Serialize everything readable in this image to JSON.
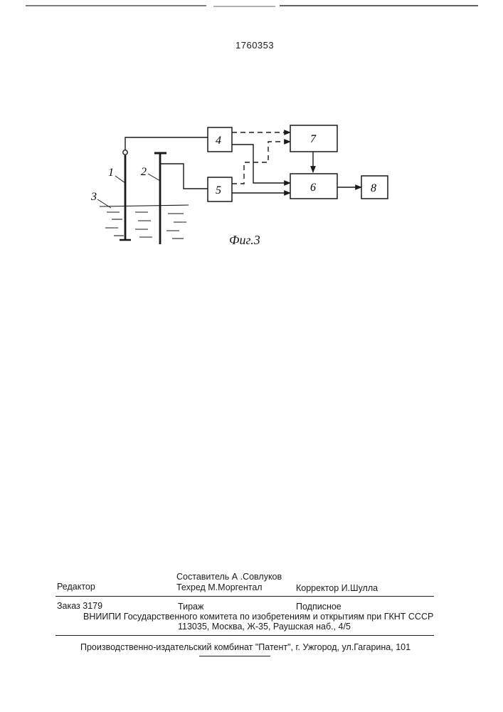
{
  "page_number": "1760353",
  "figure": {
    "caption": "Фиг.3",
    "electrode_labels": [
      "1",
      "2"
    ],
    "liquid_label": "3",
    "blocks": [
      "4",
      "5",
      "6",
      "7",
      "8"
    ]
  },
  "colophon": {
    "composer": "Составитель  А .Совлуков",
    "editor": "Редактор",
    "techred": "Техред М.Моргентал",
    "corrector": "Корректор  И.Шулла",
    "order": "Заказ  3179",
    "circulation": "Тираж",
    "subscription": "Подписное",
    "vniipi": "ВНИИПИ Государственного комитета по изобретениям и открытиям при ГКНТ СССР",
    "address": "113035, Москва, Ж-35, Раушская наб., 4/5",
    "printer": "Производственно-издательский комбинат \"Патент\", г. Ужгород, ул.Гагарина, 101"
  }
}
